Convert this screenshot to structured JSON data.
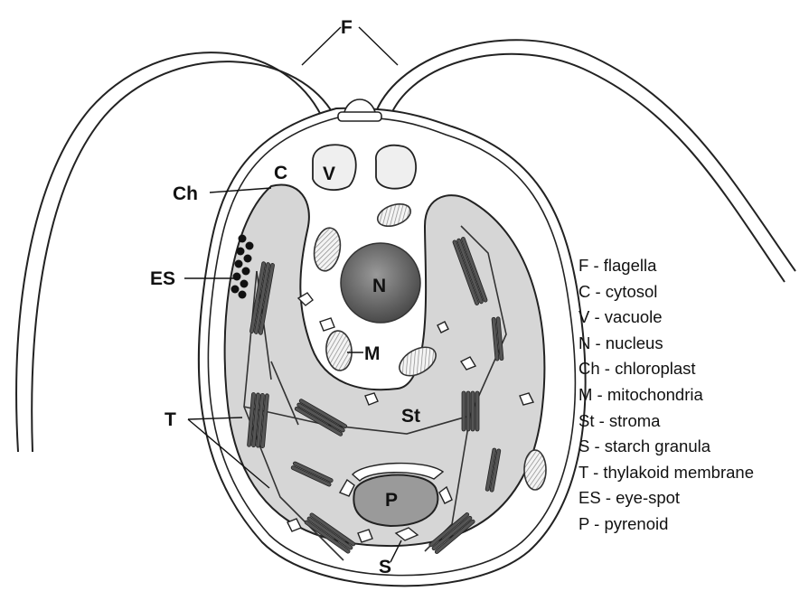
{
  "labels": {
    "F": "F",
    "C": "C",
    "V": "V",
    "Ch": "Ch",
    "ES": "ES",
    "N": "N",
    "M": "M",
    "St": "St",
    "T": "T",
    "P": "P",
    "S": "S"
  },
  "legend": [
    "F - flagella",
    "C - cytosol",
    "V - vacuole",
    "N - nucleus",
    "Ch - chloroplast",
    "M - mitochondria",
    "St - stroma",
    "S - starch granula",
    "T - thylakoid membrane",
    "ES - eye-spot",
    "P - pyrenoid"
  ],
  "colors": {
    "chloroplast": "#d6d6d6",
    "cytosol": "#ffffff",
    "thylakoid": "#555555",
    "nucleus": "#6e6e6e",
    "pyrenoid": "#9a9a9a",
    "outline": "#222222"
  }
}
